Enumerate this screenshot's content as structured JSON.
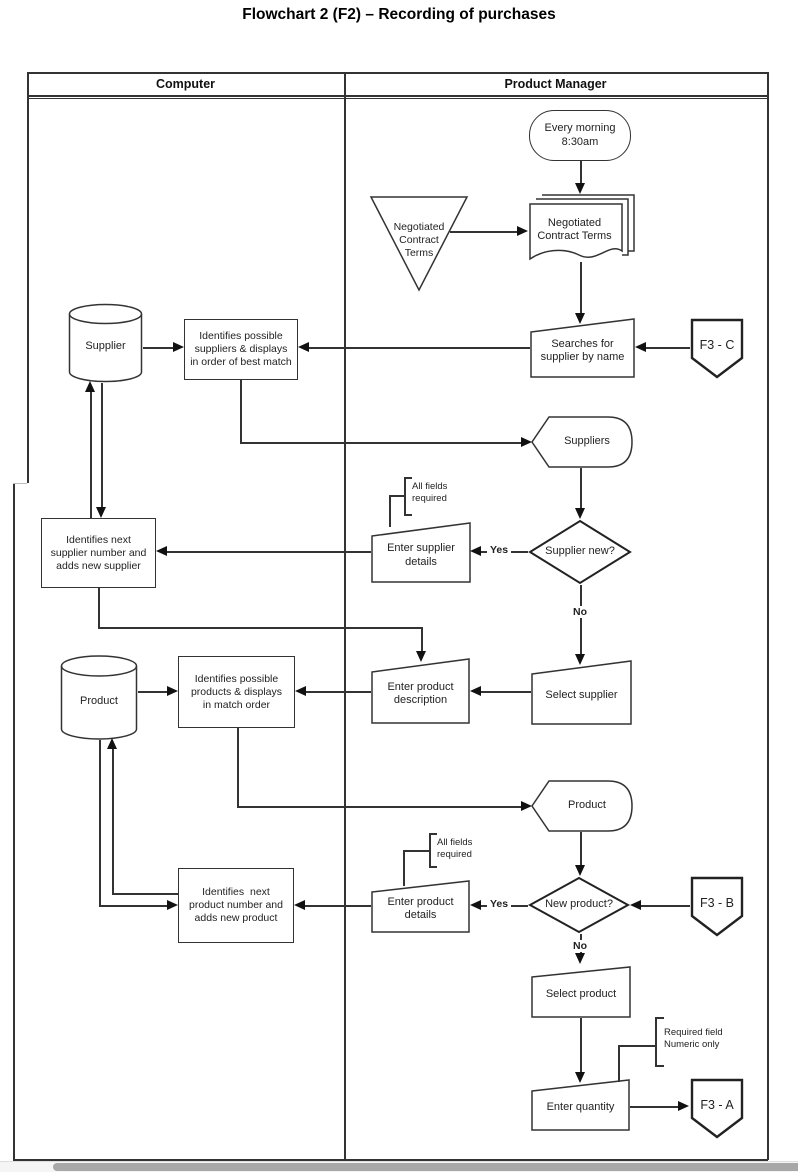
{
  "title": "Flowchart 2 (F2) – Recording of purchases",
  "lanes": {
    "left": "Computer",
    "right": "Product Manager"
  },
  "nodes": {
    "start": "Every morning\n8:30am",
    "contract_docs": "Negotiated\nContract Terms",
    "contract_tri": "Negotiated\nContract\nTerms",
    "searches": "Searches for\nsupplier by name",
    "f3c": "F3 - C",
    "supplier_db": "Supplier",
    "find_suppliers": "Identifies possible\nsuppliers & displays\nin order of best match",
    "suppliers_display": "Suppliers",
    "supplier_new": "Supplier new?",
    "enter_supplier": "Enter supplier\ndetails",
    "next_supplier": "Identifies next\nsupplier number and\nadds new supplier",
    "select_supplier": "Select supplier",
    "enter_product_desc": "Enter product\ndescription",
    "find_products": "Identifies possible\nproducts & displays\nin match order",
    "product_db": "Product",
    "product_display": "Product",
    "new_product": "New product?",
    "enter_product": "Enter product\ndetails",
    "f3b": "F3 - B",
    "next_product": "Identifies  next\nproduct number and\nadds new product",
    "select_product": "Select product",
    "enter_quantity": "Enter quantity",
    "f3a": "F3 - A"
  },
  "edge_labels": {
    "yes1": "Yes",
    "no1": "No",
    "yes2": "Yes",
    "no2": "No"
  },
  "annotations": {
    "supplier_fields": "All fields\nrequired",
    "product_fields": "All fields\nrequired",
    "quantity_rule": "Required field\nNumeric only"
  }
}
